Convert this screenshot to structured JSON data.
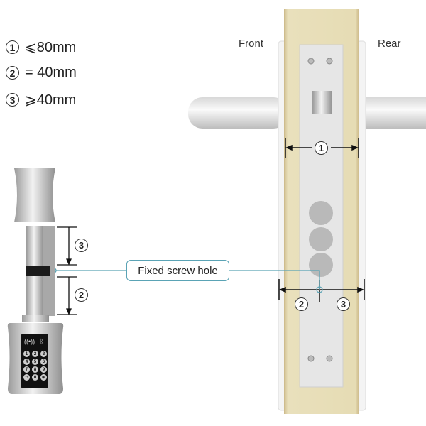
{
  "legend": [
    {
      "num": "1",
      "text": "⩽80mm"
    },
    {
      "num": "2",
      "text": "= 40mm"
    },
    {
      "num": "3",
      "text": "⩾40mm"
    }
  ],
  "labels": {
    "front": "Front",
    "rear": "Rear",
    "callout": "Fixed screw hole"
  },
  "dimensions": {
    "d1": "1",
    "d2": "2",
    "d3": "3"
  },
  "keypad": {
    "nfc_icon": "((•))",
    "bt_icon": "ᛒ",
    "keys": [
      "1",
      "2",
      "3",
      "4",
      "5",
      "6",
      "7",
      "8",
      "9",
      "⊃",
      "0",
      "⊕"
    ]
  },
  "colors": {
    "wood": "#e6dcb4",
    "plate": "#e4e4e4",
    "accent": "#5aa3b5"
  }
}
